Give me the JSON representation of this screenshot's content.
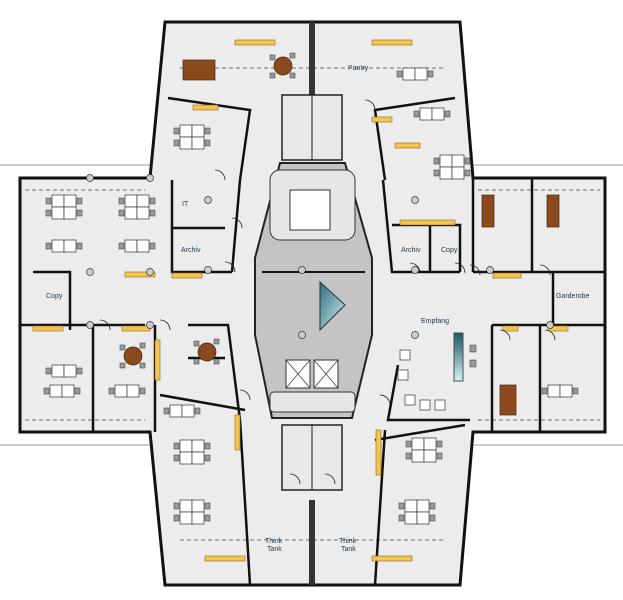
{
  "floor_plan": {
    "rooms": {
      "pantry": "Pantry",
      "it": "IT",
      "archiv_left": "Archiv",
      "archiv_right": "Archiv",
      "copy_left": "Copy",
      "copy_right": "Copy",
      "empfang": "Empfang",
      "garderobe": "Garderobe",
      "think_tank_left": [
        "Think",
        "Tank"
      ],
      "think_tank_right": [
        "Think",
        "Tank"
      ]
    },
    "colors": {
      "floor": "#ececec",
      "core": "#c4c4c4",
      "shelf": "#f6c453",
      "table": "#8b4a1e",
      "elevator_marker": "#5a9aa8"
    }
  }
}
